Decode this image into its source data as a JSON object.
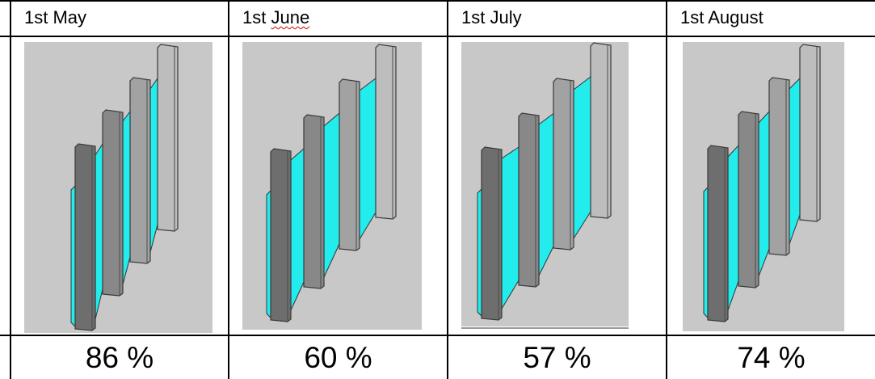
{
  "columns": [
    {
      "date_prefix": "1st ",
      "date_month": "May",
      "month_flagged": false,
      "percent_label": "86 %",
      "percent": 86
    },
    {
      "date_prefix": "1st ",
      "date_month": "June",
      "month_flagged": true,
      "percent_label": "60 %",
      "percent": 60
    },
    {
      "date_prefix": "1st ",
      "date_month": "July",
      "month_flagged": false,
      "percent_label": "57 %",
      "percent": 57
    },
    {
      "date_prefix": "1st ",
      "date_month": "August",
      "month_flagged": false,
      "percent_label": "74 %",
      "percent": 74
    }
  ],
  "colors": {
    "panel_bg": "#c8c8c8",
    "cyan": "#22ecec",
    "slab_dark": "#6e6e6e",
    "slab_mid": "#888888",
    "slab_light": "#a2a2a2",
    "slab_lightest": "#bdbdbd"
  }
}
